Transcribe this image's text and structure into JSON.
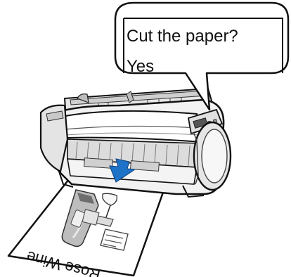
{
  "illustration": {
    "callout": {
      "prompt": "Cut the paper?",
      "option": "Yes"
    },
    "printer": {
      "icon": "large-format-printer-icon"
    },
    "output_sheet": {
      "icon": "printed-sheet-icon",
      "caption": "Rose Wine"
    },
    "colors": {
      "outline": "#111111",
      "arrow": "#1e73c8",
      "paper": "#ffffff",
      "body_light": "#f2f2f2",
      "body_mid": "#dcdcdc",
      "body_dark": "#8a8a8a"
    }
  }
}
